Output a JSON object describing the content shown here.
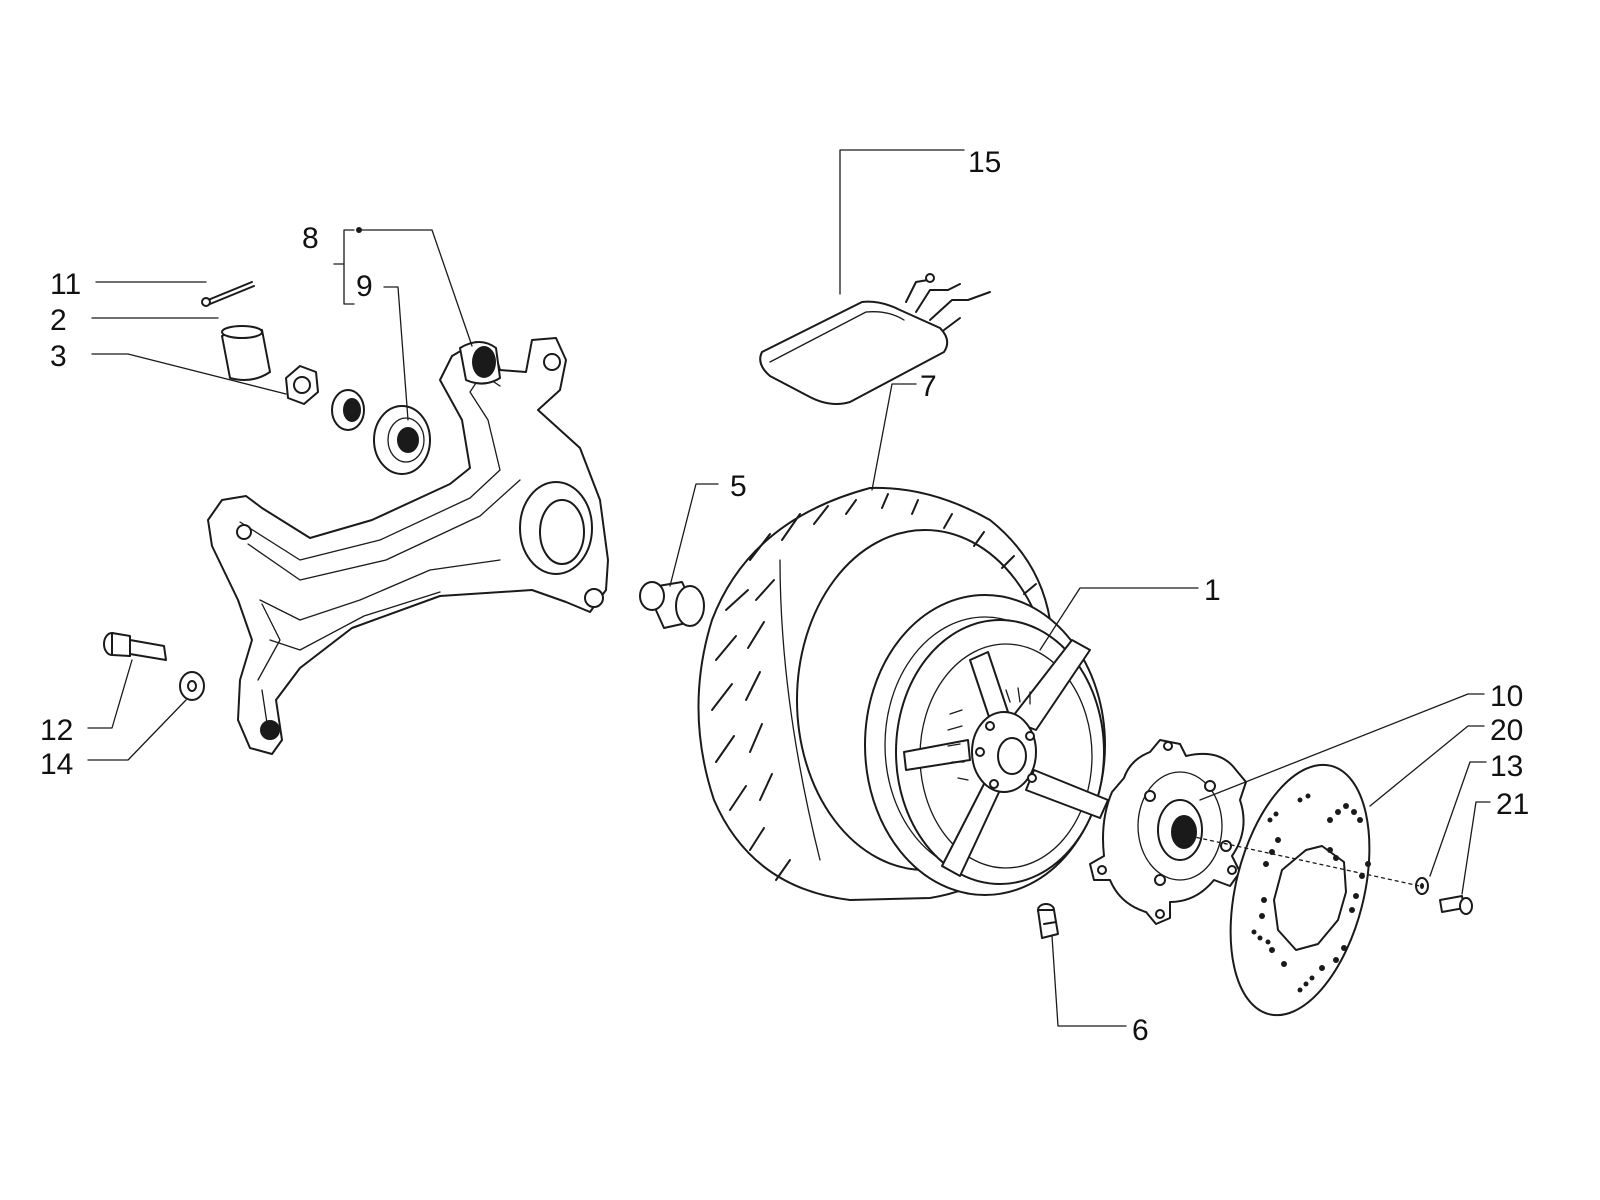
{
  "callouts": [
    {
      "id": "c1",
      "label": "1"
    },
    {
      "id": "c2",
      "label": "2"
    },
    {
      "id": "c3",
      "label": "3"
    },
    {
      "id": "c5",
      "label": "5"
    },
    {
      "id": "c6",
      "label": "6"
    },
    {
      "id": "c7",
      "label": "7"
    },
    {
      "id": "c8",
      "label": "8"
    },
    {
      "id": "c9",
      "label": "9"
    },
    {
      "id": "c10",
      "label": "10"
    },
    {
      "id": "c11",
      "label": "11"
    },
    {
      "id": "c12",
      "label": "12"
    },
    {
      "id": "c13",
      "label": "13"
    },
    {
      "id": "c14",
      "label": "14"
    },
    {
      "id": "c15",
      "label": "15"
    },
    {
      "id": "c20",
      "label": "20"
    },
    {
      "id": "c21",
      "label": "21"
    }
  ],
  "colors": {
    "line": "#1a1a1a",
    "background": "#ffffff"
  }
}
